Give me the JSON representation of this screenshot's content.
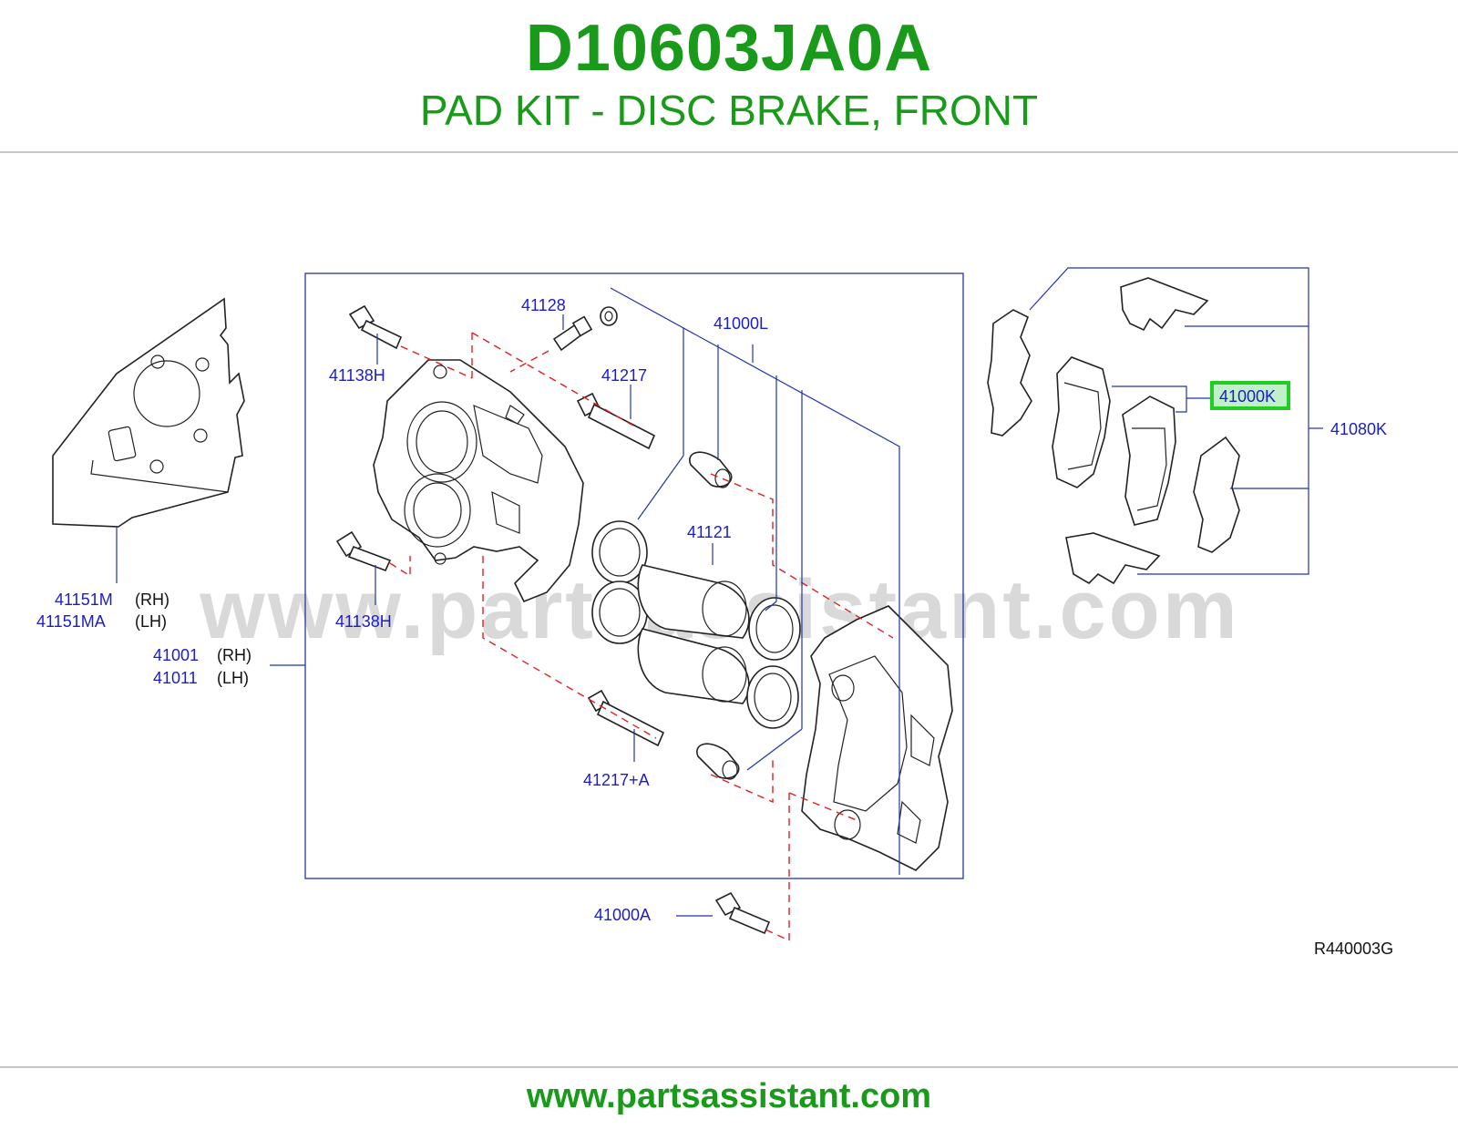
{
  "header": {
    "part_number": "D10603JA0A",
    "title": "PAD KIT - DISC BRAKE, FRONT"
  },
  "diagram": {
    "labels": {
      "p41128": "41128",
      "p41000L": "41000L",
      "p41138H_top": "41138H",
      "p41217": "41217",
      "p41121": "41121",
      "p41138H_bottom": "41138H",
      "p41151M": "41151M",
      "p41151M_side": "(RH)",
      "p41151MA": "41151MA",
      "p41151MA_side": "(LH)",
      "p41001": "41001",
      "p41001_side": "(RH)",
      "p41011": "41011",
      "p41011_side": "(LH)",
      "p41217A": "41217+A",
      "p41000A": "41000A",
      "p41000K": "41000K",
      "p41080K": "41080K"
    },
    "highlighted_part": "41000K",
    "highlight_color": "#22cc22",
    "highlight_fill": "#bff0c8",
    "drawing_code": "R440003G",
    "watermark": "www.partsassistant.com"
  },
  "footer": {
    "url": "www.partsassistant.com"
  },
  "colors": {
    "brand_green": "#1a9a1a",
    "label_blue": "#1c1ccc",
    "leader_blue": "#2233aa",
    "dashed_red": "#e02020"
  }
}
